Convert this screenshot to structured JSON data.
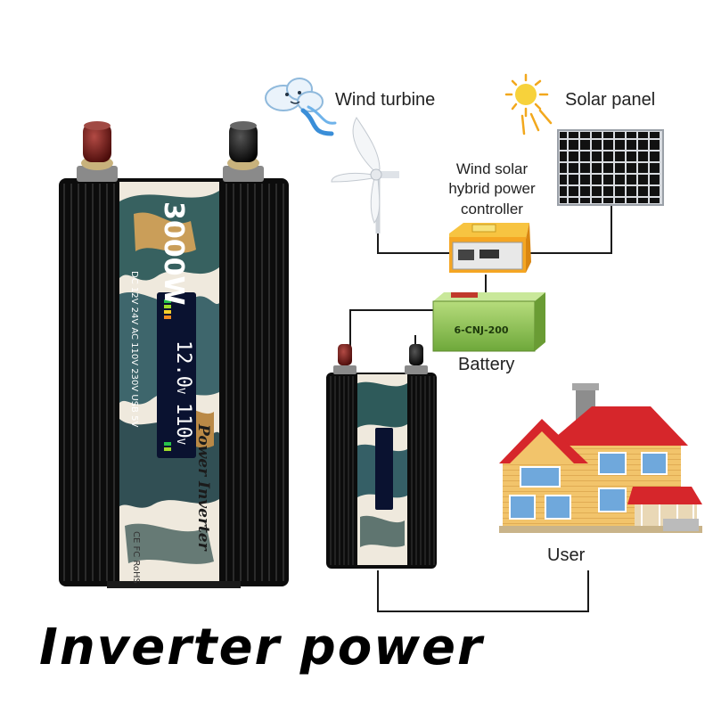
{
  "labels": {
    "wind_turbine": "Wind turbine",
    "solar_panel": "Solar panel",
    "controller_line1": "Wind solar",
    "controller_line2": "hybrid power",
    "controller_line3": "controller",
    "battery": "Battery",
    "user": "User"
  },
  "battery_model": "6-CNJ-200",
  "inverter": {
    "model_text": "3000W",
    "brand": "Power Inverter",
    "input_voltage": "12.0",
    "input_unit": "V",
    "output_voltage": "110",
    "output_unit": "V",
    "spec_line": "DC 12V 24V  AC 110V 230V  USB 5V",
    "cert": "CE FC RoHS"
  },
  "title": "Inverter power",
  "colors": {
    "inverter_body": "#121212",
    "wire": "#1a1a1a",
    "battery_green": "#8fc64a",
    "roof_red": "#d6262b",
    "house_wall": "#f2c46b",
    "controller_orange": "#f5a623",
    "lcd_bg": "#0a1230",
    "lcd_digits": "#ffffff"
  }
}
